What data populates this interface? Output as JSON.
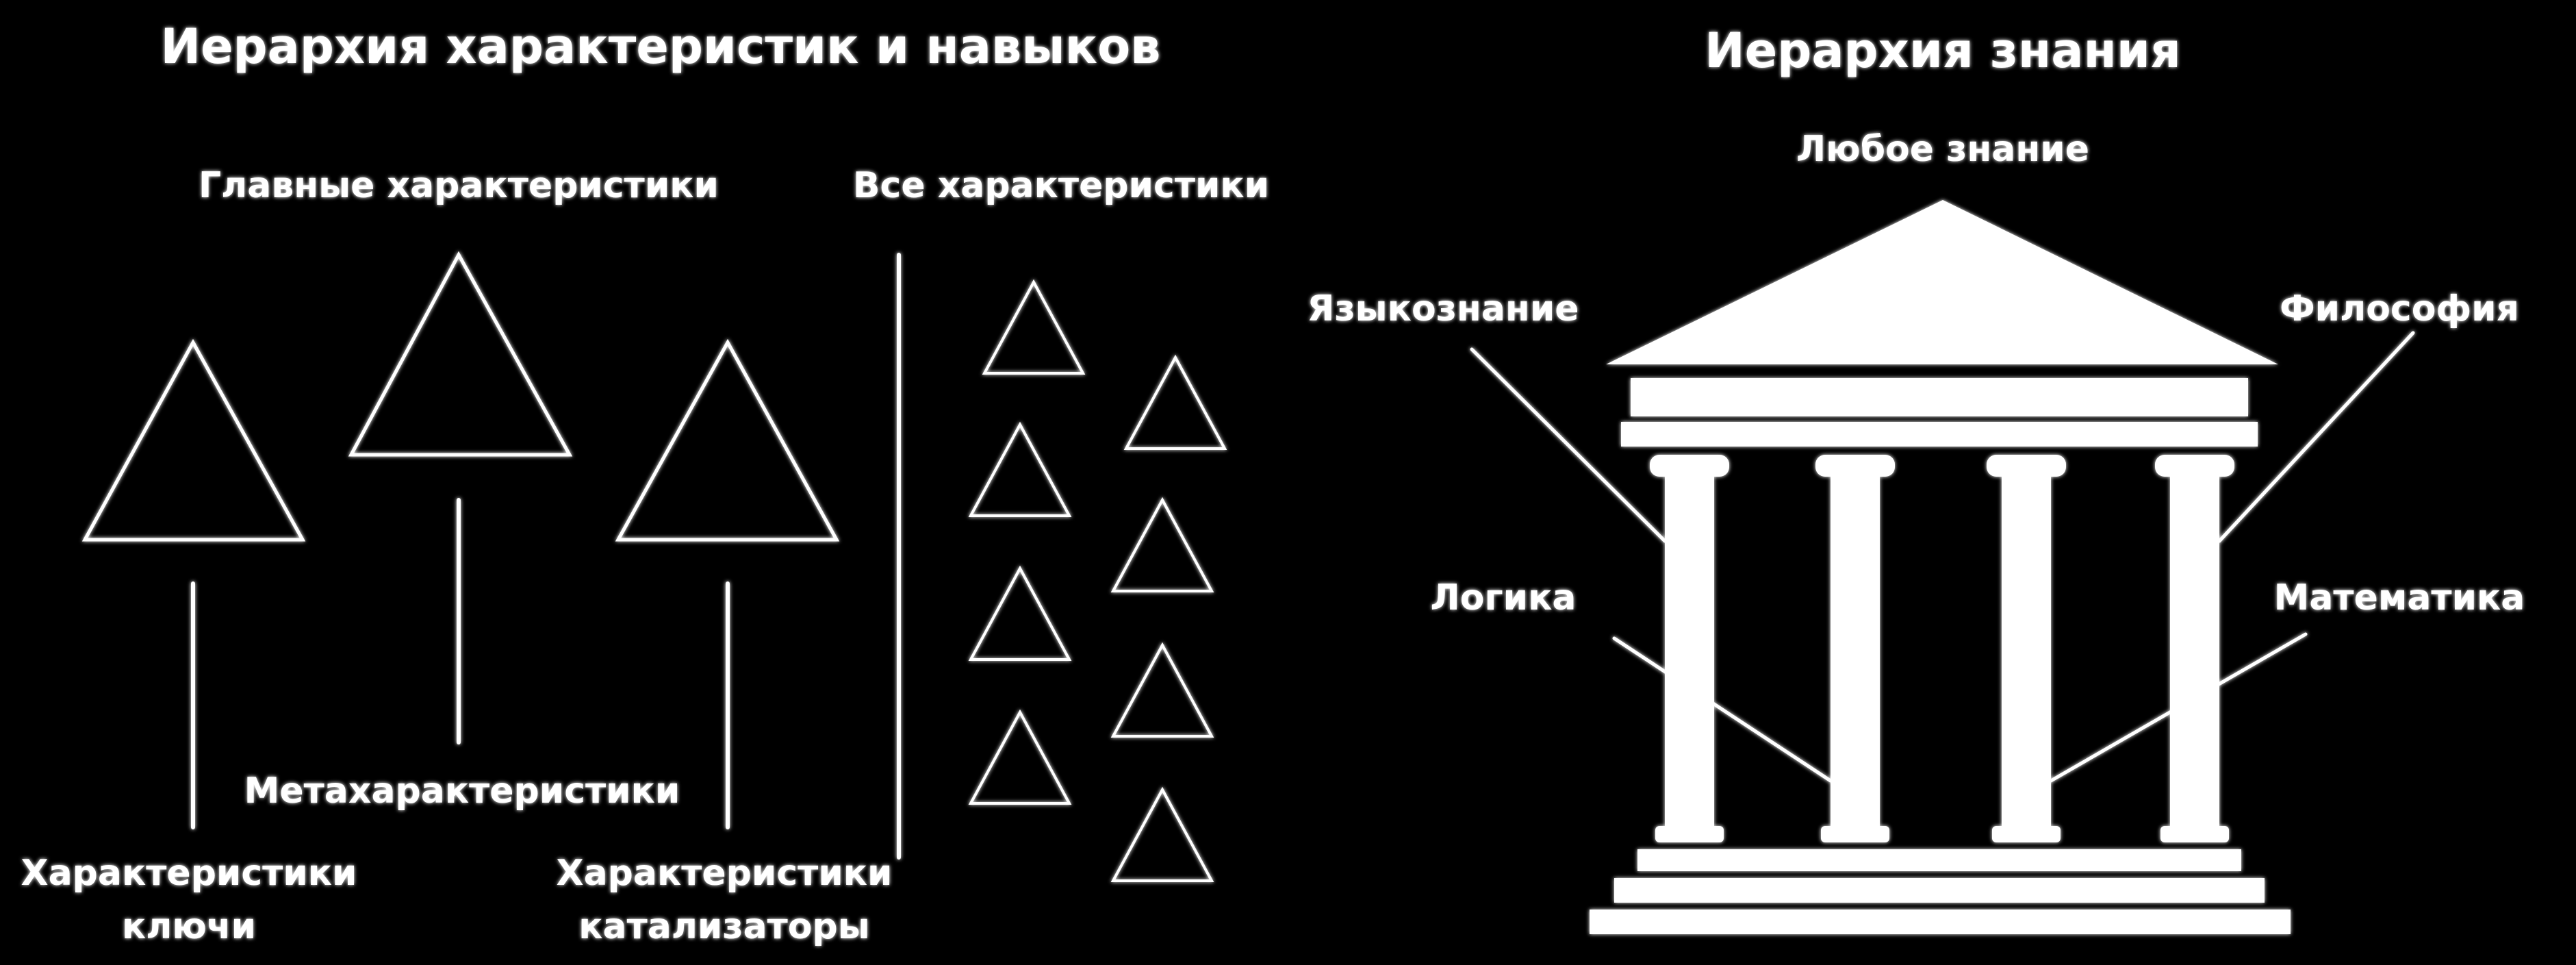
{
  "colors": {
    "background": "#000000",
    "foreground": "#ffffff"
  },
  "left_panel": {
    "title": "Иерархия характеристик и навыков",
    "main_heading": "Главные характеристики",
    "all_heading": "Все характеристики",
    "meta_label": "Метахарактеристики",
    "keys_label_line1": "Характеристики",
    "keys_label_line2": "ключи",
    "catalysts_label_line1": "Характеристики",
    "catalysts_label_line2": "катализаторы"
  },
  "right_panel": {
    "title": "Иерархия знания",
    "top_label": "Любое знание",
    "linguistics_label": "Языкознание",
    "philosophy_label": "Философия",
    "logic_label": "Логика",
    "math_label": "Математика"
  }
}
